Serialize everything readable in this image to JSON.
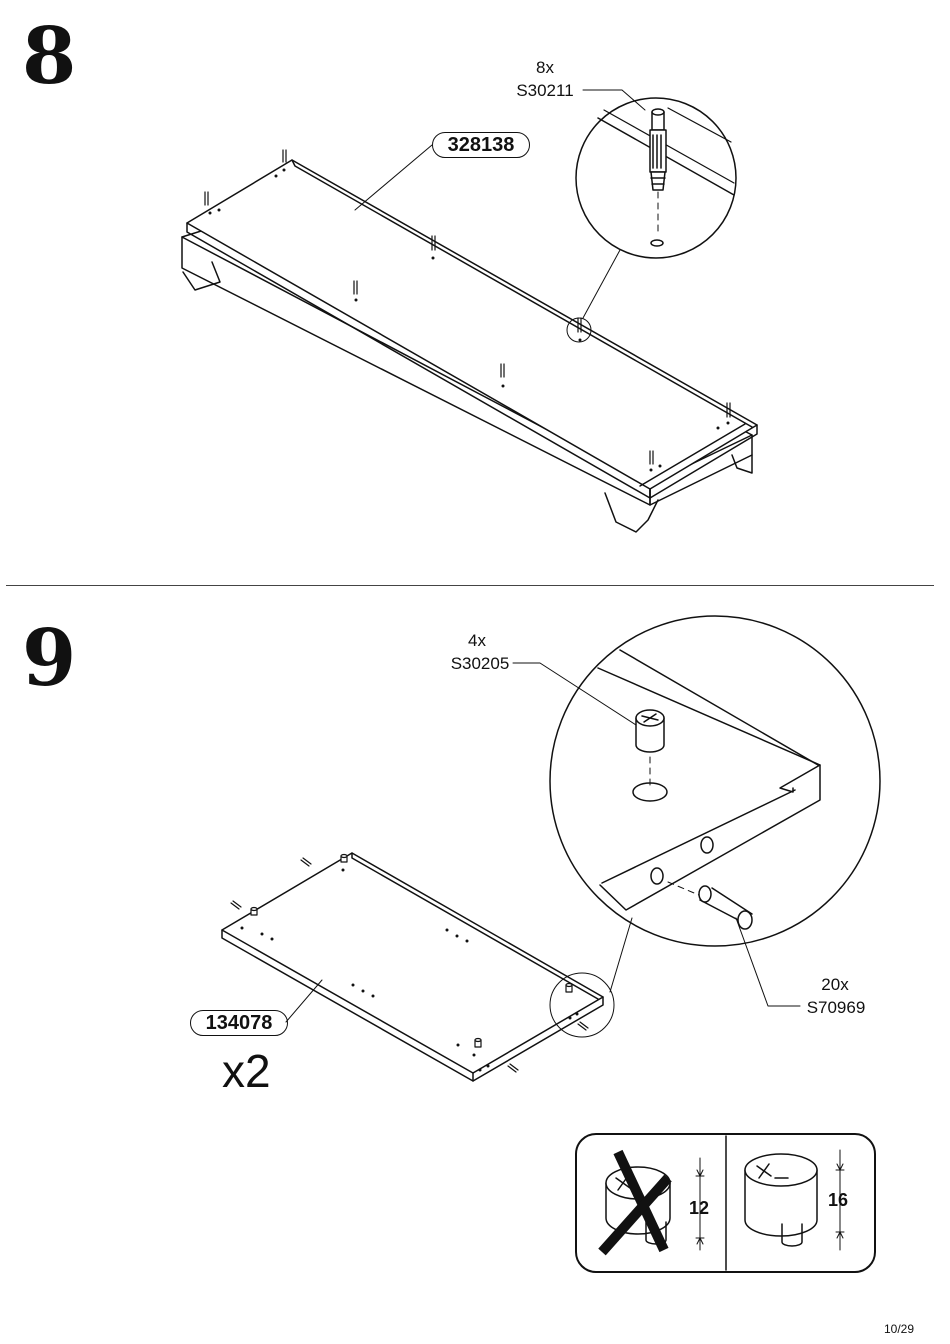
{
  "steps": [
    {
      "number": "8",
      "hardware": {
        "qty": "8x",
        "code": "S30211"
      },
      "part": "328138"
    },
    {
      "number": "9",
      "hardware_top": {
        "qty": "4x",
        "code": "S30205"
      },
      "hardware_bottom": {
        "qty": "20x",
        "code": "S70969"
      },
      "part": "134078",
      "multiplier": "x2",
      "cam_check": {
        "wrong_dim": "12",
        "right_dim": "16"
      }
    }
  ],
  "page_number": "10/29"
}
